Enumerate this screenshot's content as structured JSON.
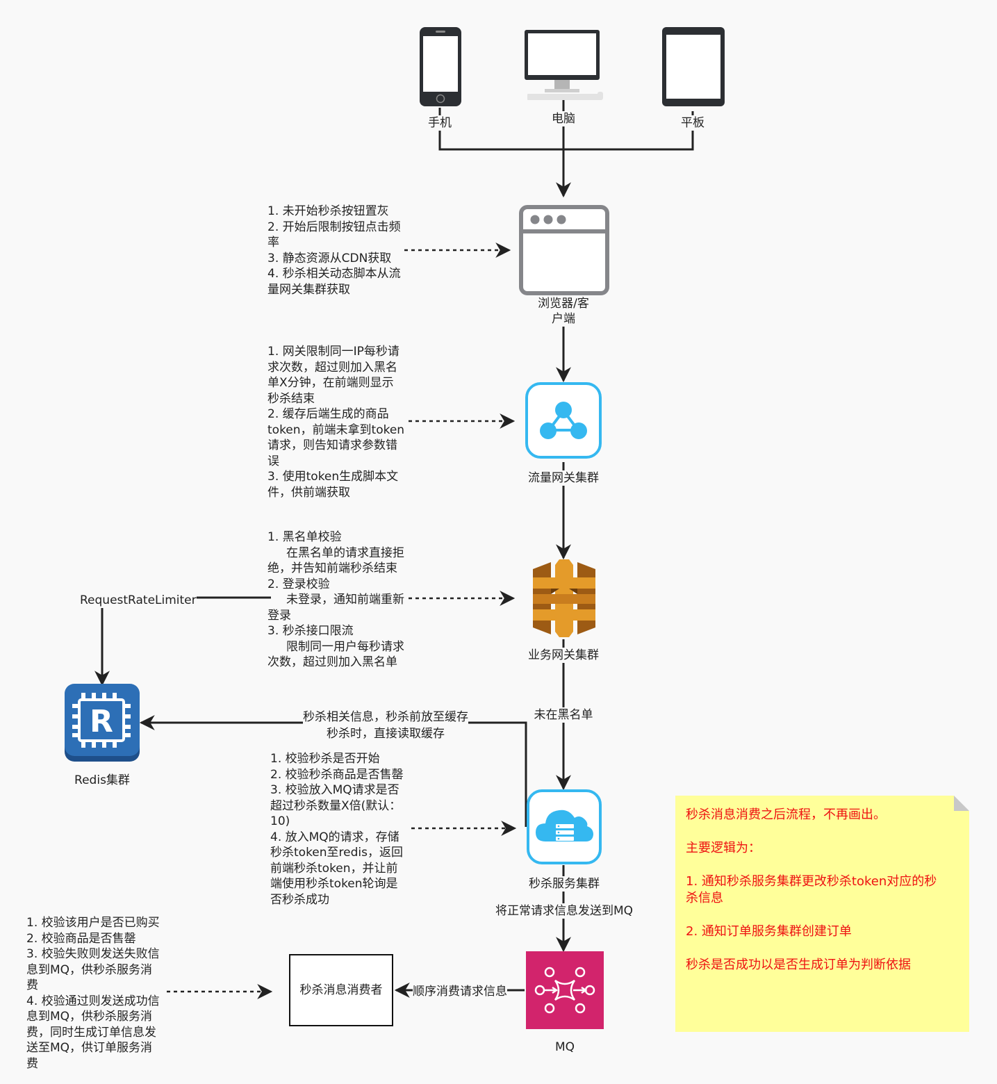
{
  "devices": {
    "phone": "手机",
    "computer": "电脑",
    "tablet": "平板"
  },
  "nodes": {
    "browser": "浏览器/客\n户端",
    "traffic_gateway": "流量网关集群",
    "business_gateway": "业务网关集群",
    "seckill_service": "秒杀服务集群",
    "mq": "MQ",
    "redis": "Redis集群",
    "consumer": "秒杀消息消费者"
  },
  "edge_labels": {
    "not_blacklisted": "未在黑名单",
    "send_to_mq": "将正常请求信息发送到MQ",
    "consume_in_order": "顺序消费请求信息",
    "rate_limiter": "RequestRateLimiter",
    "cache_info": "秒杀相关信息，秒杀前放至缓存\n秒杀时，直接读取缓存"
  },
  "notes": {
    "browser": "1. 未开始秒杀按钮置灰\n2. 开始后限制按钮点击频\n率\n3. 静态资源从CDN获取\n4. 秒杀相关动态脚本从流\n量网关集群获取",
    "traffic_gateway": "1. 网关限制同一IP每秒请\n求次数，超过则加入黑名\n单X分钟，在前端则显示\n秒杀结束\n2. 缓存后端生成的商品\ntoken，前端未拿到token\n请求，则告知请求参数错\n误\n3. 使用token生成脚本文\n件，供前端获取",
    "business_gateway": "1. 黑名单校验\n     在黑名单的请求直接拒\n绝，并告知前端秒杀结束\n2. 登录校验\n     未登录，通知前端重新\n登录\n3. 秒杀接口限流\n     限制同一用户每秒请求\n次数，超过则加入黑名单",
    "seckill_service": "1. 校验秒杀是否开始\n2. 校验秒杀商品是否售罄\n3. 校验放入MQ请求是否\n超过秒杀数量X倍(默认：\n10)\n4. 放入MQ的请求，存储\n秒杀token至redis，返回\n前端秒杀token，并让前\n端使用秒杀token轮询是\n否秒杀成功",
    "consumer": "1. 校验该用户是否已购买\n2. 校验商品是否售罄\n3. 校验失败则发送失败信\n息到MQ，供秒杀服务消\n费\n4. 校验通过则发送成功信\n息到MQ，供秒杀服务消\n费，同时生成订单信息发\n送至MQ，供订单服务消\n费"
  },
  "sticky_note": {
    "line1": "秒杀消息消费之后流程，不再画出。",
    "line2": "主要逻辑为：",
    "line3": "1. 通知秒杀服务集群更改秒杀token对应的秒\n杀信息",
    "line4": "2. 通知订单服务集群创建订单",
    "line5": "秒杀是否成功以是否生成订单为判断依据"
  },
  "colors": {
    "cloud_blue": "#35b8f0",
    "aws_orange": "#e49b2a",
    "redis_blue": "#2d6fb6",
    "mq_pink": "#d2246c",
    "sticky_text": "#ee1111",
    "sticky_bg": "#ffff9a"
  }
}
